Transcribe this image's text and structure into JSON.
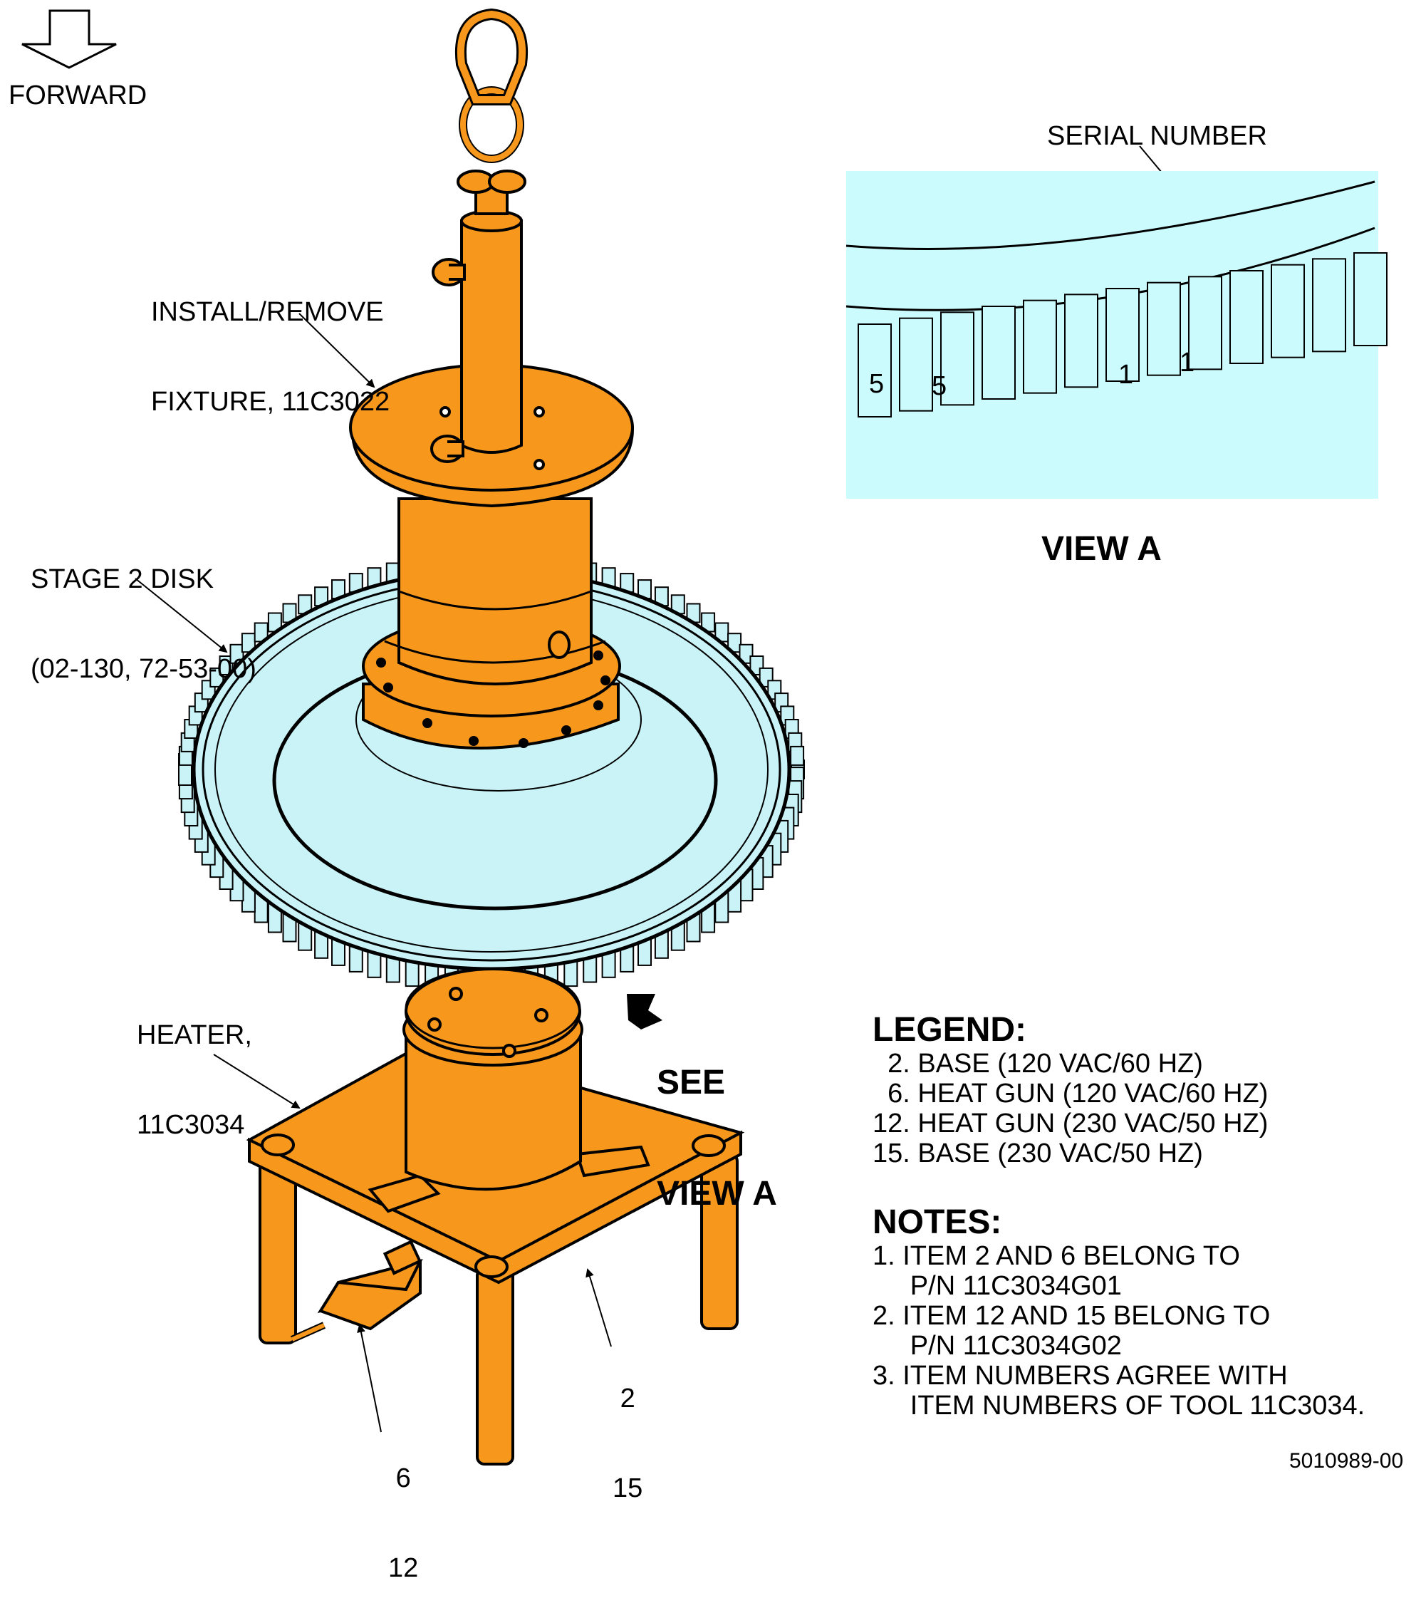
{
  "forward_label": "FORWARD",
  "callouts": {
    "install_fixture": [
      "INSTALL/REMOVE",
      "FIXTURE, 11C3022"
    ],
    "stage2_disk": [
      "STAGE 2 DISK",
      "(02-130, 72-53-00)"
    ],
    "heater": [
      "HEATER,",
      "11C3034"
    ],
    "see_view_a": [
      "SEE",
      "VIEW A"
    ],
    "item_6_12": [
      "6",
      "12"
    ],
    "item_2_15": [
      "2",
      "15"
    ],
    "serial_number": "SERIAL NUMBER"
  },
  "view_a": {
    "title": "VIEW A",
    "blade_marks": [
      "5",
      "5",
      "1",
      "1"
    ]
  },
  "legend": {
    "title": "LEGEND:",
    "items": [
      "  2. BASE (120 VAC/60 HZ)",
      "  6. HEAT GUN (120 VAC/60 HZ)",
      "12. HEAT GUN (230 VAC/50 HZ)",
      "15. BASE (230 VAC/50 HZ)"
    ]
  },
  "notes": {
    "title": "NOTES:",
    "items": [
      "1. ITEM 2 AND 6 BELONG TO",
      "     P/N 11C3034G01",
      "2. ITEM 12 AND 15 BELONG TO",
      "     P/N 11C3034G02",
      "3. ITEM NUMBERS AGREE WITH",
      "     ITEM NUMBERS OF TOOL 11C3034."
    ]
  },
  "figure_number": "5010989-00",
  "colors": {
    "tool_orange": "#f7981d",
    "disk_blue": "#c9f3f7",
    "view_bg": "#ccfbfd",
    "line": "#000000"
  }
}
